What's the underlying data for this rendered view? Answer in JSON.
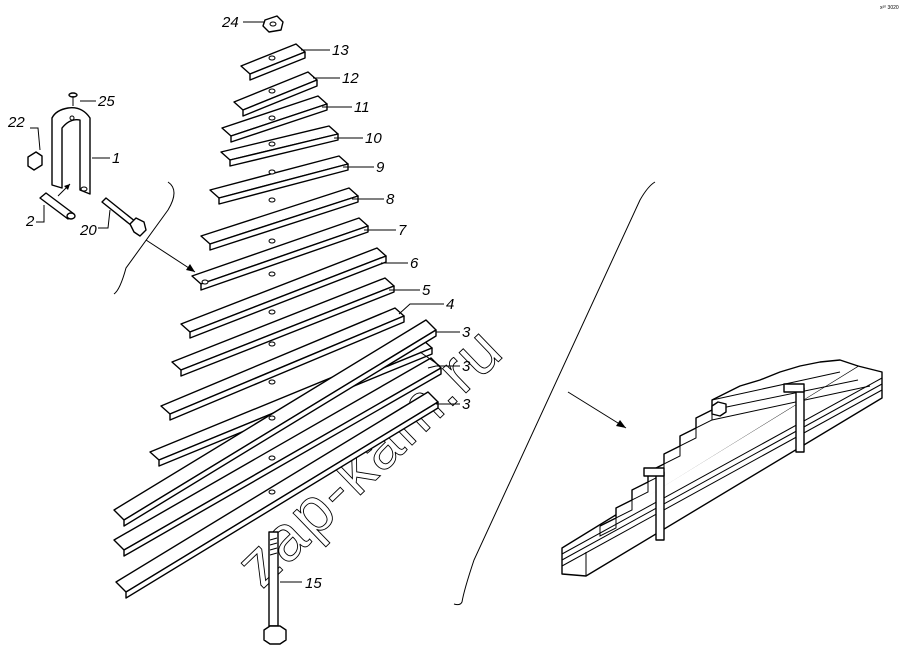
{
  "watermark": "zap-kam.ru",
  "corner_text": "x²⁰ 3020",
  "callouts": {
    "c24": "24",
    "c13": "13",
    "c12": "12",
    "c11": "11",
    "c10": "10",
    "c9": "9",
    "c8": "8",
    "c7": "7",
    "c6": "6",
    "c5": "5",
    "c4": "4",
    "c3a": "3",
    "c3b": "3",
    "c3c": "3",
    "c22": "22",
    "c25": "25",
    "c1": "1",
    "c2": "2",
    "c20": "20",
    "c15": "15"
  }
}
